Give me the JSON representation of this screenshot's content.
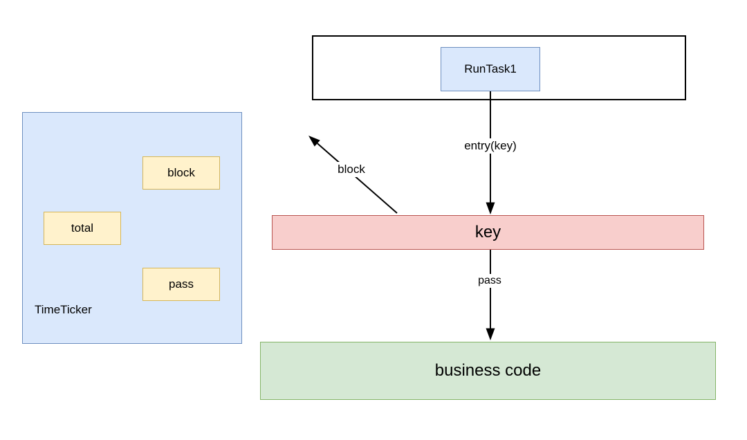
{
  "diagram": {
    "timeticker": {
      "label": "TimeTicker",
      "counters": [
        {
          "label": "block"
        },
        {
          "label": "total"
        },
        {
          "label": "pass"
        }
      ]
    },
    "flow": {
      "runtask_label": "RunTask1",
      "entry_arrow_label": "entry(key)",
      "key_label": "key",
      "pass_arrow_label": "pass",
      "block_arrow_label": "block",
      "business_label": "business code"
    },
    "colors": {
      "blue_fill": "#dae8fc",
      "blue_stroke": "#6c8ebf",
      "yellow_fill": "#fff2cc",
      "yellow_stroke": "#d6b656",
      "red_fill": "#f8cecc",
      "red_stroke": "#b85450",
      "green_fill": "#d5e8d4",
      "green_stroke": "#82b366",
      "container_stroke": "#000000",
      "arrow": "#000000"
    }
  }
}
